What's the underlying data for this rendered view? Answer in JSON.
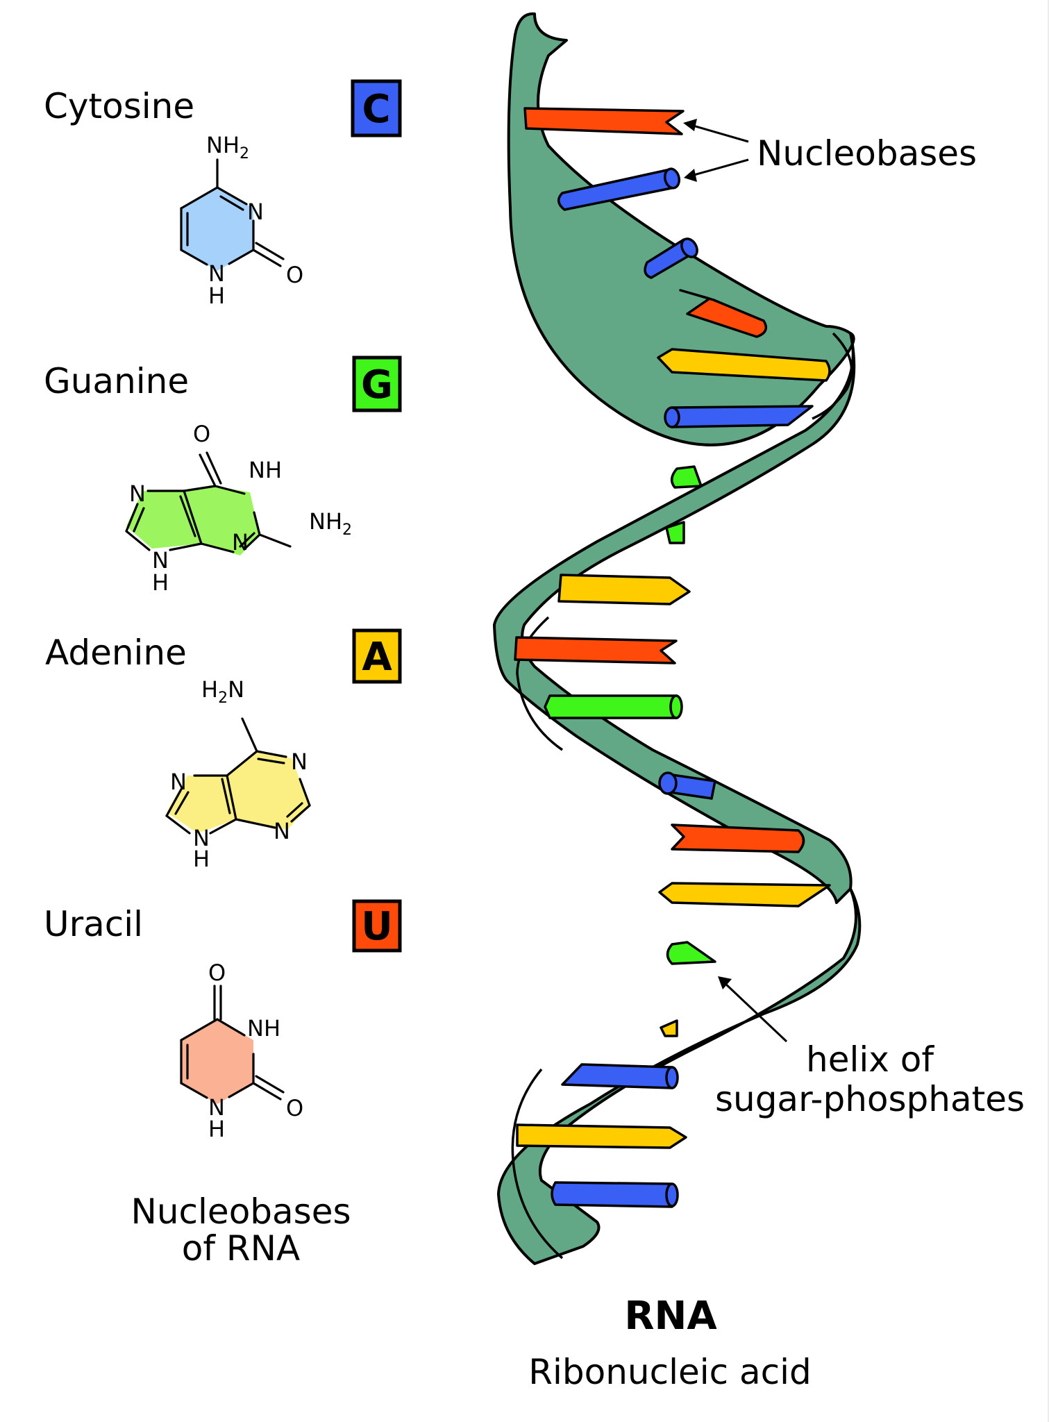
{
  "legend": {
    "caption_line1": "Nucleobases",
    "caption_line2": "of RNA",
    "bases": [
      {
        "name": "Cytosine",
        "letter": "C",
        "color": "#3a5ff5",
        "ring_fill": "#a6d1fb",
        "atoms": {
          "nh2": "NH",
          "nh2_sub": "2",
          "n_ring": "N",
          "nh_n": "N",
          "nh_h": "H",
          "o": "O"
        }
      },
      {
        "name": "Guanine",
        "letter": "G",
        "color": "#3ff51a",
        "ring_fill": "#9cf55e",
        "atoms": {
          "o": "O",
          "nh": "NH",
          "nh2": "NH",
          "nh2_sub": "2",
          "n_left": "N",
          "n_bottom": "N",
          "nh_n": "N",
          "nh_h": "H"
        }
      },
      {
        "name": "Adenine",
        "letter": "A",
        "color": "#ffcc00",
        "ring_fill": "#fbef84",
        "atoms": {
          "h2n_h": "H",
          "h2n_sub": "2",
          "h2n_n": "N",
          "n_top": "N",
          "n_right": "N",
          "n_left": "N",
          "nh_n": "N",
          "nh_h": "H"
        }
      },
      {
        "name": "Uracil",
        "letter": "U",
        "color": "#ff4a0a",
        "ring_fill": "#fbb294",
        "atoms": {
          "o_top": "O",
          "nh": "NH",
          "nh_n": "N",
          "nh_h": "H",
          "o_right": "O"
        }
      }
    ]
  },
  "helix": {
    "ribbon_color": "#62a887",
    "annotation_nucleobases": "Nucleobases",
    "annotation_helix_line1": "helix of",
    "annotation_helix_line2": "sugar-phosphates",
    "base_sequence_visible": [
      "U",
      "C",
      "C",
      "U",
      "A",
      "C",
      "G",
      "G",
      "A",
      "U",
      "G",
      "C",
      "U",
      "A",
      "G",
      "A",
      "C",
      "A",
      "C"
    ]
  },
  "title": {
    "main": "RNA",
    "subtitle": "Ribonucleic acid"
  }
}
